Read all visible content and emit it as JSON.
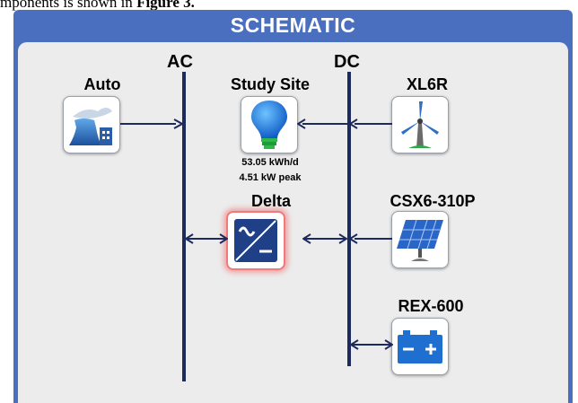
{
  "caption": {
    "text": "mponents is shown in ",
    "bold": "Figure 3."
  },
  "schematic": {
    "title": "SCHEMATIC",
    "buses": {
      "ac": "AC",
      "dc": "DC"
    },
    "components": {
      "grid": {
        "label": "Auto",
        "icon": "power-plant-icon"
      },
      "load": {
        "label": "Study Site",
        "icon": "light-bulb-icon",
        "energy": "53.05 kWh/d",
        "peak": "4.51 kW peak"
      },
      "converter": {
        "label": "Delta",
        "icon": "converter-icon"
      },
      "wind": {
        "label": "XL6R",
        "icon": "wind-turbine-icon"
      },
      "pv": {
        "label": "CSX6-310P",
        "icon": "solar-panel-icon"
      },
      "battery": {
        "label": "REX-600",
        "icon": "battery-icon"
      }
    }
  },
  "colors": {
    "header": "#4a6fbf",
    "body": "#ececec",
    "bus": "#1c2a5e",
    "selected_glow": "#f07a7a"
  }
}
